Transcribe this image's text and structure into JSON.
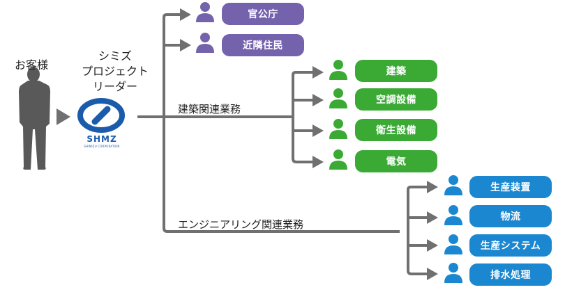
{
  "customer": {
    "label": "お客様"
  },
  "leader": {
    "lines": [
      "シミズ",
      "プロジェクト",
      "リーダー"
    ]
  },
  "logo": {
    "brand": "SHMZ",
    "sub": "SHIMIZU CORPORATION",
    "color": "#1a5bab"
  },
  "branches": {
    "building": {
      "label": "建築関連業務"
    },
    "engineering": {
      "label": "エンジニアリング関連業務"
    }
  },
  "groups": {
    "external": {
      "color": "#7462ad",
      "items": [
        {
          "label": "官公庁"
        },
        {
          "label": "近隣住民"
        }
      ]
    },
    "building": {
      "color": "#3aaa35",
      "items": [
        {
          "label": "建築"
        },
        {
          "label": "空調設備"
        },
        {
          "label": "衛生設備"
        },
        {
          "label": "電気"
        }
      ]
    },
    "engineering": {
      "color": "#1a87d0",
      "items": [
        {
          "label": "生産装置"
        },
        {
          "label": "物流"
        },
        {
          "label": "生産システム"
        },
        {
          "label": "排水処理"
        }
      ]
    }
  },
  "connector_color": "#707070",
  "silhouette_color": "#595959"
}
